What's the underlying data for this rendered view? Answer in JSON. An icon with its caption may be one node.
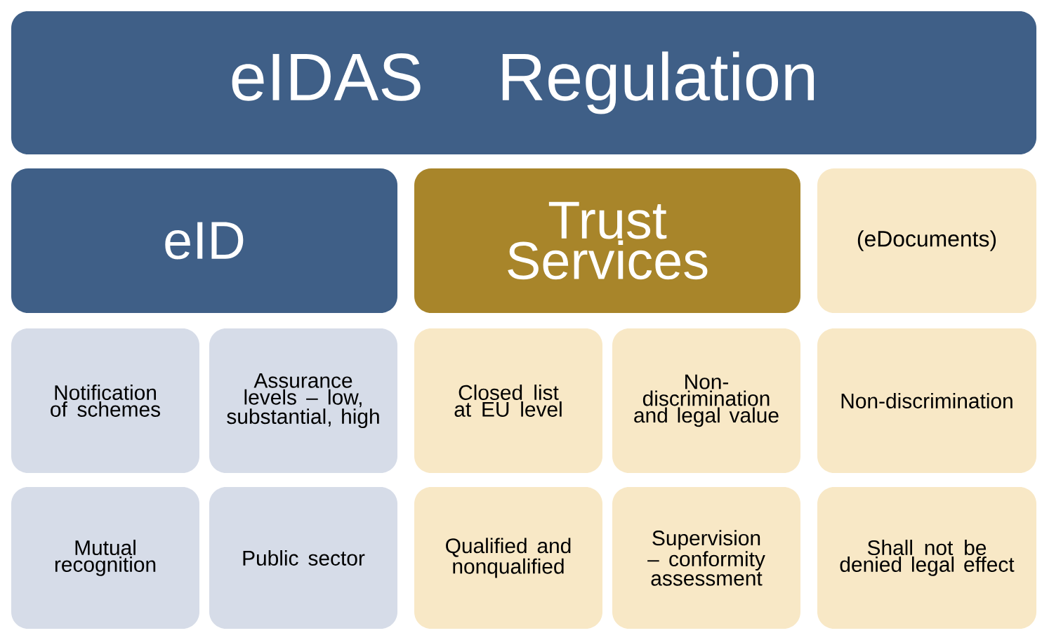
{
  "diagram": {
    "nodes": [
      {
        "text": [
          "eIDAS Regulation"
        ]
      },
      {
        "text": [
          "eID"
        ]
      },
      {
        "text": [
          "Trust Services"
        ]
      },
      {
        "text": [
          "(eDocuments)"
        ]
      },
      {
        "text": [
          "Notification of schemes"
        ]
      },
      {
        "text": [
          "Assurance levels – low, substantial, high"
        ]
      },
      {
        "text": [
          "Closed list at EU level"
        ]
      },
      {
        "text": [
          "Non-discrimination and legal value"
        ]
      },
      {
        "text": [
          "Non-discrimination"
        ]
      },
      {
        "text": [
          "Mutual recognition"
        ]
      },
      {
        "text": [
          "Public sector"
        ]
      },
      {
        "text": [
          "Qualified and nonqualified"
        ]
      },
      {
        "text": [
          "Supervision – conformity assessment"
        ]
      },
      {
        "text": [
          "Shall not be denied legal effect"
        ]
      }
    ]
  }
}
